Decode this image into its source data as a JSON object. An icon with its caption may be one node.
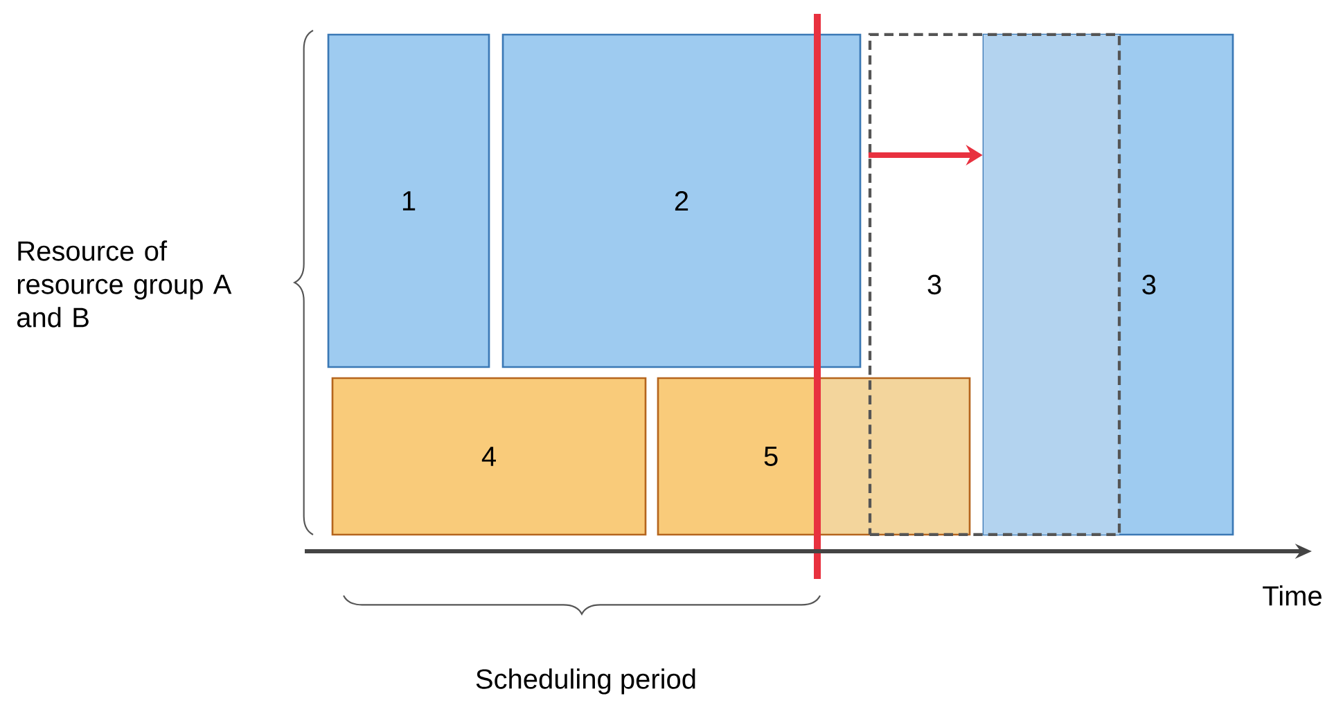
{
  "diagram": {
    "nodes": [
      {
        "text": [
          "1"
        ]
      },
      {
        "text": [
          "2"
        ]
      },
      {
        "text": [
          "3"
        ]
      },
      {
        "text": [
          "3"
        ]
      },
      {
        "text": [
          "4"
        ]
      },
      {
        "text": [
          "5"
        ]
      }
    ],
    "edges": [
      {
        "from": 2,
        "to": 3,
        "arrow": "to",
        "color": "#e8313f"
      }
    ],
    "labels": [
      "Resource of resource group A and B",
      "Time",
      "Scheduling period"
    ]
  }
}
